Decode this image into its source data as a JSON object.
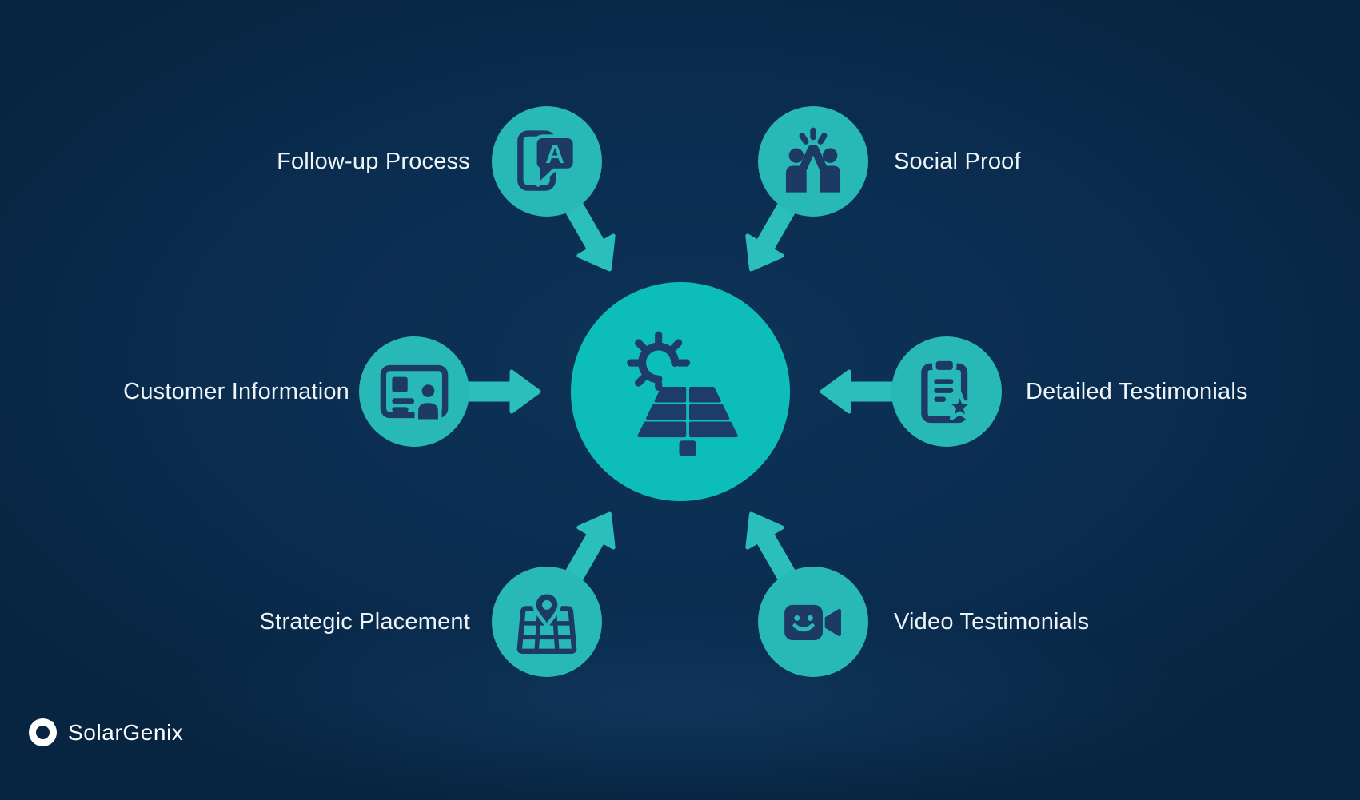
{
  "diagram": {
    "hub": {
      "icon": "solar-panel-sun-icon"
    },
    "nodes": [
      {
        "label": "Follow-up Process",
        "icon": "chat-message-icon",
        "position": "top-left",
        "arrow": "points-down-right-to-hub"
      },
      {
        "label": "Social Proof",
        "icon": "high-five-icon",
        "position": "top-right",
        "arrow": "points-down-left-to-hub"
      },
      {
        "label": "Customer Information",
        "icon": "id-card-icon",
        "position": "middle-left",
        "arrow": "points-right-to-hub"
      },
      {
        "label": "Detailed Testimonials",
        "icon": "clipboard-star-icon",
        "position": "middle-right",
        "arrow": "points-left-to-hub"
      },
      {
        "label": "Strategic Placement",
        "icon": "map-pin-icon",
        "position": "bottom-left",
        "arrow": "points-up-right-to-hub"
      },
      {
        "label": "Video Testimonials",
        "icon": "video-camera-icon",
        "position": "bottom-right",
        "arrow": "points-up-left-to-hub"
      }
    ],
    "bubble_letter": "A"
  },
  "brand": {
    "name": "SolarGenix"
  },
  "colors": {
    "background_center": "#0d3356",
    "background_edge": "#072440",
    "hub_teal": "#0dbdba",
    "satellite_teal": "#28b9b6",
    "arrow_teal": "#2bbfbb",
    "icon_navy": "#1c3a64",
    "label_text": "#eef4f8",
    "logo_white": "#ffffff"
  }
}
